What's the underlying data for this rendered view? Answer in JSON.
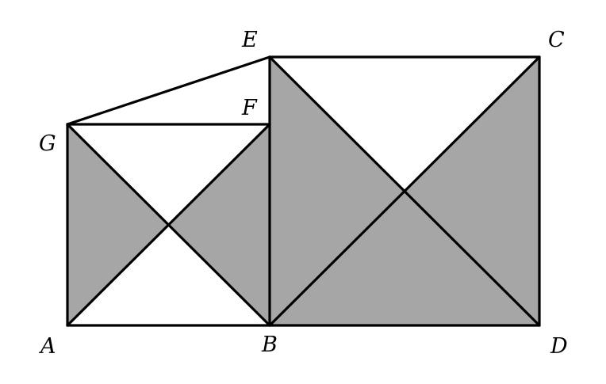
{
  "diagram": {
    "shade_color": "#a6a6a6",
    "line_color": "#000000",
    "labels": {
      "A": "A",
      "B": "B",
      "C": "C",
      "D": "D",
      "E": "E",
      "F": "F",
      "G": "G"
    }
  }
}
